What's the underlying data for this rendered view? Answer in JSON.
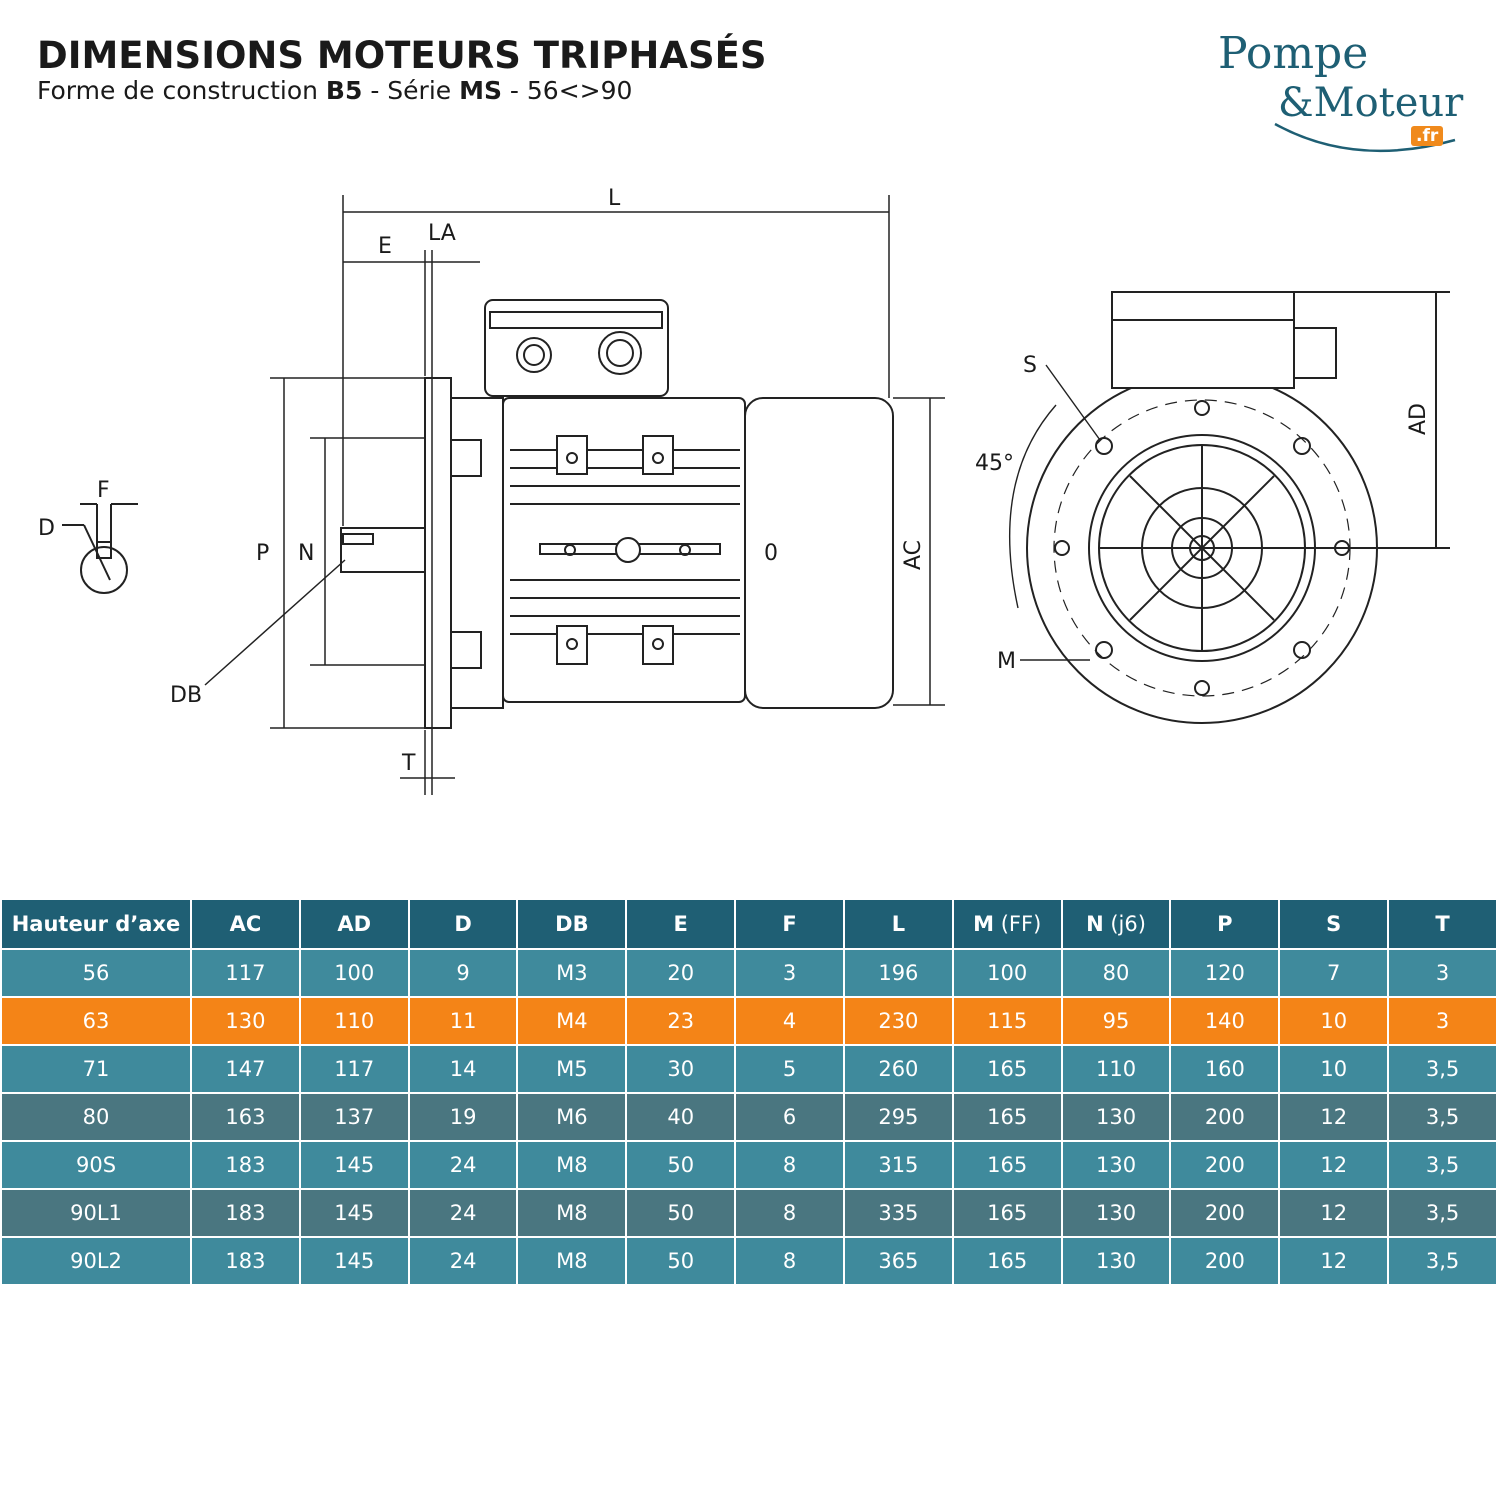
{
  "header": {
    "title": "DIMENSIONS MOTEURS TRIPHASÉS",
    "subtitle_prefix": "Forme de construction ",
    "subtitle_bold1": "B5",
    "subtitle_mid": " - Série ",
    "subtitle_bold2": "MS",
    "subtitle_suffix": " - 56<>90"
  },
  "logo": {
    "line1": "Pompe",
    "line2": "&Moteur",
    "tag": ".fr"
  },
  "drawing_labels": {
    "L": "L",
    "LA": "LA",
    "E": "E",
    "F": "F",
    "D": "D",
    "P": "P",
    "N": "N",
    "DB": "DB",
    "T": "T",
    "O": "0",
    "AC": "AC",
    "AD": "AD",
    "S": "S",
    "M": "M",
    "angle": "45°"
  },
  "table": {
    "headers": [
      {
        "main": "Hauteur d’axe",
        "paren": ""
      },
      {
        "main": "AC",
        "paren": ""
      },
      {
        "main": "AD",
        "paren": ""
      },
      {
        "main": "D",
        "paren": ""
      },
      {
        "main": "DB",
        "paren": ""
      },
      {
        "main": "E",
        "paren": ""
      },
      {
        "main": "F",
        "paren": ""
      },
      {
        "main": "L",
        "paren": ""
      },
      {
        "main": "M",
        "paren": " (FF)"
      },
      {
        "main": "N",
        "paren": " (j6)"
      },
      {
        "main": "P",
        "paren": ""
      },
      {
        "main": "S",
        "paren": ""
      },
      {
        "main": "T",
        "paren": ""
      }
    ],
    "rows": [
      {
        "style": "a",
        "cells": [
          "56",
          "117",
          "100",
          "9",
          "M3",
          "20",
          "3",
          "196",
          "100",
          "80",
          "120",
          "7",
          "3"
        ]
      },
      {
        "style": "hl",
        "cells": [
          "63",
          "130",
          "110",
          "11",
          "M4",
          "23",
          "4",
          "230",
          "115",
          "95",
          "140",
          "10",
          "3"
        ]
      },
      {
        "style": "a",
        "cells": [
          "71",
          "147",
          "117",
          "14",
          "M5",
          "30",
          "5",
          "260",
          "165",
          "110",
          "160",
          "10",
          "3,5"
        ]
      },
      {
        "style": "b",
        "cells": [
          "80",
          "163",
          "137",
          "19",
          "M6",
          "40",
          "6",
          "295",
          "165",
          "130",
          "200",
          "12",
          "3,5"
        ]
      },
      {
        "style": "a",
        "cells": [
          "90S",
          "183",
          "145",
          "24",
          "M8",
          "50",
          "8",
          "315",
          "165",
          "130",
          "200",
          "12",
          "3,5"
        ]
      },
      {
        "style": "b",
        "cells": [
          "90L1",
          "183",
          "145",
          "24",
          "M8",
          "50",
          "8",
          "335",
          "165",
          "130",
          "200",
          "12",
          "3,5"
        ]
      },
      {
        "style": "a",
        "cells": [
          "90L2",
          "183",
          "145",
          "24",
          "M8",
          "50",
          "8",
          "365",
          "165",
          "130",
          "200",
          "12",
          "3,5"
        ]
      }
    ]
  }
}
